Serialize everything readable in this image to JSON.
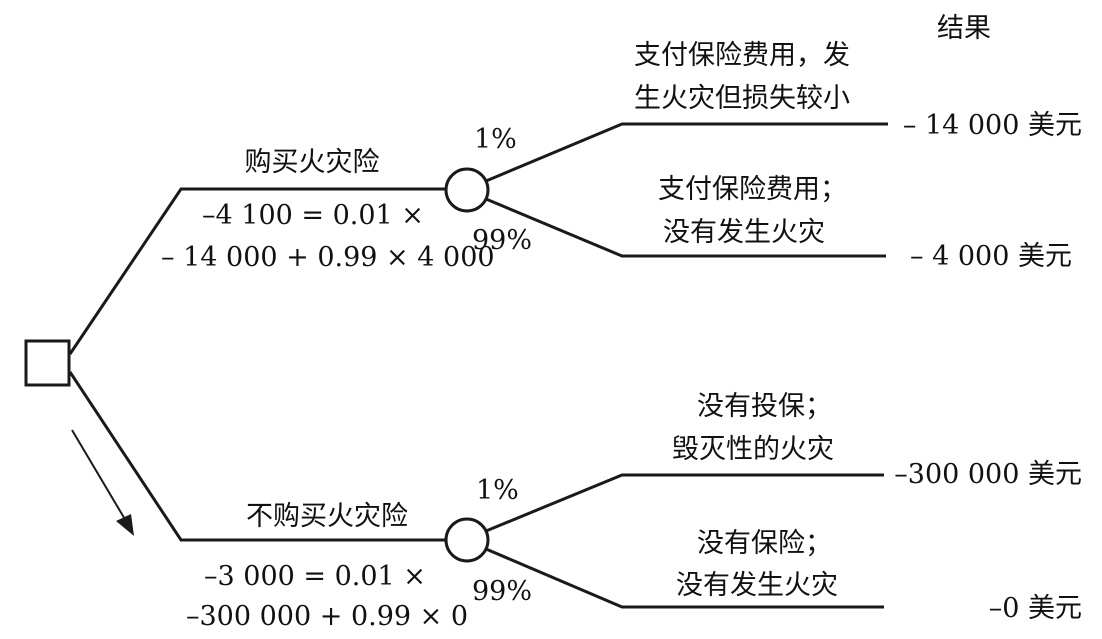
{
  "header": {
    "result_label": "结果"
  },
  "branches": {
    "buy": {
      "label": "购买火灾险",
      "calc_line1": "–4 100 = 0.01 ×",
      "calc_line2": "– 14 000 + 0.99 × 4 000",
      "prob_fire": "1%",
      "prob_no_fire": "99%",
      "outcome_fire": {
        "line1": "支付保险费用，发",
        "line2": "生火灾但损失较小",
        "result": "– 14 000 美元"
      },
      "outcome_no_fire": {
        "line1": "支付保险费用；",
        "line2": "没有发生火灾",
        "result": "– 4 000 美元"
      }
    },
    "no_buy": {
      "label": "不购买火灾险",
      "calc_line1": "–3 000 = 0.01 ×",
      "calc_line2": "–300 000 + 0.99 × 0",
      "prob_fire": "1%",
      "prob_no_fire": "99%",
      "outcome_fire": {
        "line1": "没有投保；",
        "line2": "毁灭性的火灾",
        "result": "–300 000 美元"
      },
      "outcome_no_fire": {
        "line1": "没有保险；",
        "line2": "没有发生火灾",
        "result": "–0 美元"
      }
    }
  },
  "colors": {
    "line": "#1a1a1a",
    "text": "#111111"
  }
}
